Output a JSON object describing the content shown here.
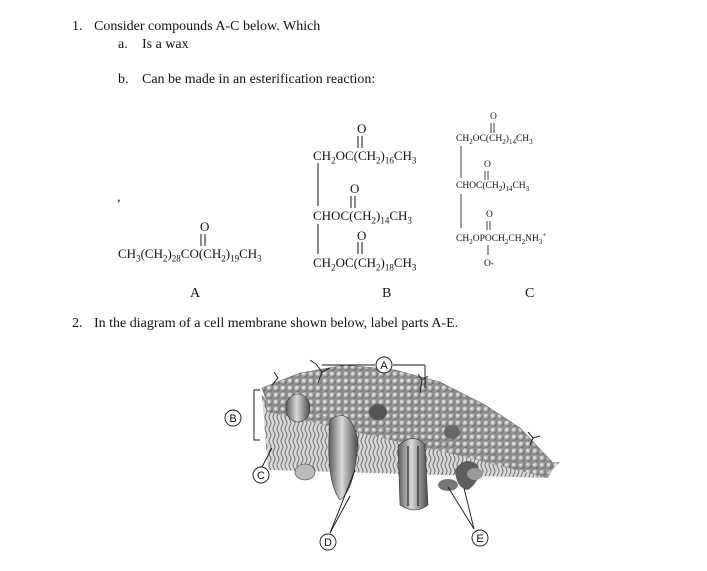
{
  "questions": {
    "q1": {
      "number": "1.",
      "text": "Consider compounds A-C below. Which",
      "a": {
        "letter": "a.",
        "text": "Is a wax"
      },
      "b": {
        "letter": "b.",
        "text": "Can be made in an esterification reaction:"
      }
    },
    "q2": {
      "number": "2.",
      "text": "In the diagram of a cell membrane shown below, label parts A-E."
    }
  },
  "compounds": {
    "stray_mark": ",",
    "A": {
      "label": "A",
      "formula_pre": "CH3(CH2)28",
      "formula_post": "CO(CH2)19CH3",
      "carbonyl_o": "O"
    },
    "B": {
      "label": "B",
      "rows": [
        "CH2OC(CH2)16CH3",
        "CHOC(CH2)14CH3",
        "CH2OC(CH2)18CH3"
      ],
      "carbonyl_o": "O"
    },
    "C": {
      "label": "C",
      "rows": [
        "CH2OC(CH2)14CH3",
        "CHOC(CH2)14CH3",
        "CH2OPOCH2CH2NH3+"
      ],
      "carbonyl_o": "O",
      "phosphate_o": "O-"
    }
  },
  "membrane_labels": {
    "A": "A",
    "B": "B",
    "C": "C",
    "D": "D",
    "E": "E"
  }
}
